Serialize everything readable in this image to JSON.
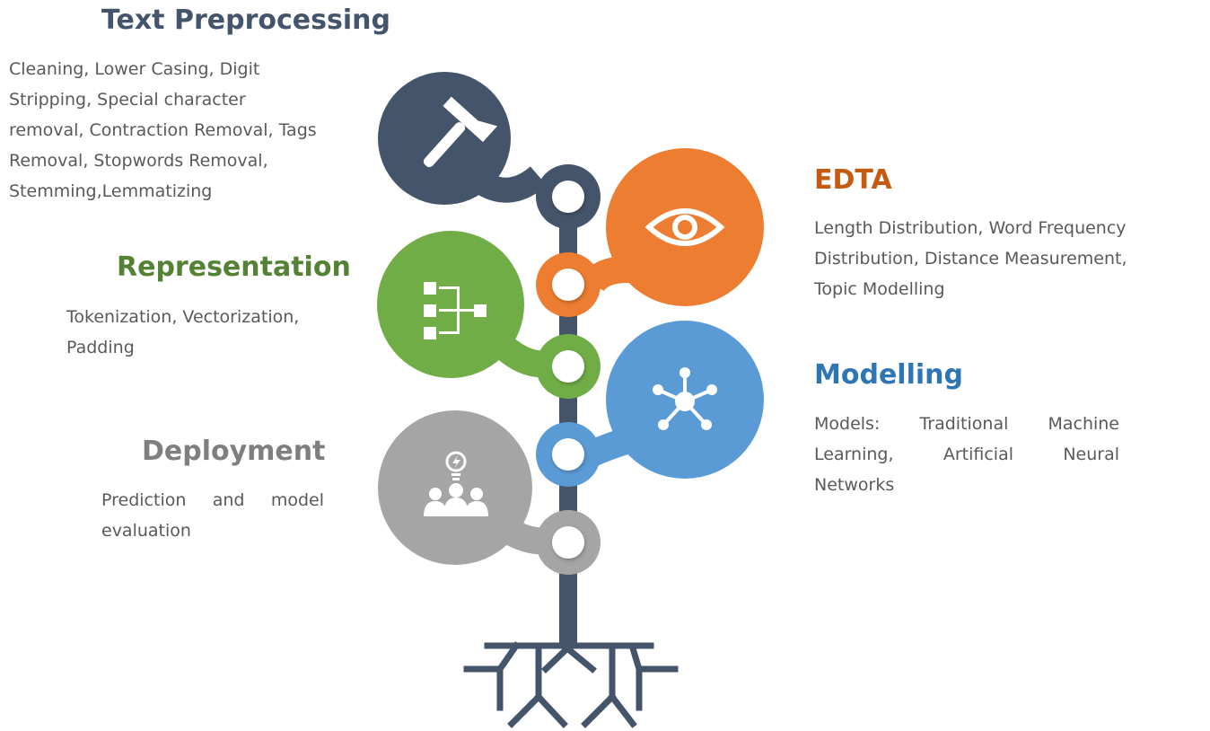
{
  "colors": {
    "dark": "#44546A",
    "orange": "#ED7D31",
    "green": "#70AD47",
    "blue": "#5B9BD5",
    "gray": "#A5A5A5",
    "text": "#595959",
    "repr_title": "#548235",
    "edta_title": "#C55A11",
    "mod_title": "#2E75B6",
    "dep_title": "#7F7F7F"
  },
  "stages": {
    "text_preprocessing": {
      "title": "Text Preprocessing",
      "icon": "hammer-icon",
      "lines": [
        "Cleaning, Lower Casing,  Digit",
        "Stripping, Special character",
        "removal, Contraction Removal, Tags",
        "Removal,  Stopwords Removal,",
        "Stemming,Lemmatizing"
      ]
    },
    "edta": {
      "title": "EDTA",
      "icon": "eye-icon",
      "lines": [
        "Length Distribution, Word Frequency",
        "Distribution, Distance Measurement,",
        "Topic Modelling"
      ]
    },
    "representation": {
      "title": "Representation",
      "icon": "hierarchy-icon",
      "lines": [
        "Tokenization, Vectorization,",
        "Padding"
      ]
    },
    "modelling": {
      "title": "Modelling",
      "icon": "network-icon",
      "lines": [
        "Models: Traditional Machine",
        "Learning, Artificial Neural",
        "Networks"
      ]
    },
    "deployment": {
      "title": "Deployment",
      "icon": "team-idea-icon",
      "lines": [
        "Prediction and model",
        "evaluation"
      ]
    }
  }
}
